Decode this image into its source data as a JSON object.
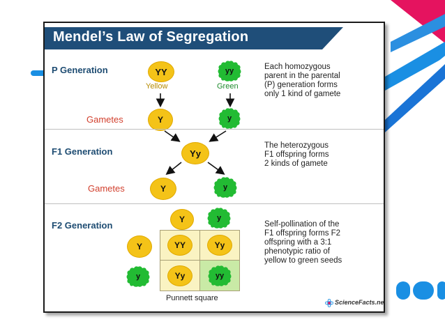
{
  "title": "Mendel’s Law of Segregation",
  "p_generation": {
    "label": "P Generation",
    "yellow_parent": "YY",
    "yellow_caption": "Yellow",
    "green_parent": "yy",
    "green_caption": "Green",
    "gametes_label": "Gametes",
    "gamete_yellow": "Y",
    "gamete_green": "y",
    "description": "Each homozygous\nparent in the parental\n(P) generation forms\nonly 1 kind of gamete"
  },
  "f1_generation": {
    "label": "F1 Generation",
    "offspring": "Yy",
    "gametes_label": "Gametes",
    "gamete_yellow": "Y",
    "gamete_green": "y",
    "description": "The heterozygous\nF1 offspring forms\n2 kinds of gamete"
  },
  "f2_generation": {
    "label": "F2 Generation",
    "top_yellow": "Y",
    "top_green": "y",
    "left_yellow": "Y",
    "left_green": "y",
    "cells": [
      "YY",
      "Yy",
      "Yy",
      "yy"
    ],
    "punnett_caption": "Punnett square",
    "description": "Self-pollination of the\nF1 offspring forms F2\noffspring with a 3:1\nphenotypic ratio of\nyellow to green seeds"
  },
  "logo_text": "ScienceFacts.net",
  "colors": {
    "title_banner": "#1f4e79",
    "yellow_seed": "#f4c318",
    "green_seed": "#22bb33",
    "gametes_label": "#d2402e",
    "generation_label": "#1e4c72",
    "punnett_light": "#faf3c2",
    "punnett_green": "#c9eaa6",
    "slide_pink": "#e5135f",
    "slide_blue": "#1a8fe3"
  }
}
